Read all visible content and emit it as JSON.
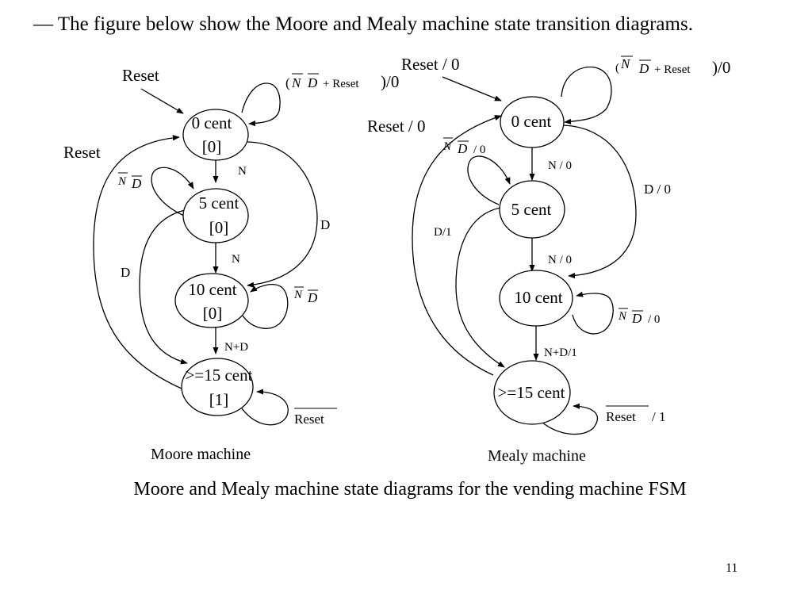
{
  "heading": "— The figure below show the Moore and Mealy machine state transition diagrams.",
  "caption": "Moore and Mealy machine state diagrams for the vending machine FSM",
  "page_number": "11",
  "moore": {
    "title": "Moore machine",
    "states": [
      {
        "name": "0 cent",
        "output": "[0]"
      },
      {
        "name": "5 cent",
        "output": "[0]"
      },
      {
        "name": "10 cent",
        "output": "[0]"
      },
      {
        "name": ">=15 cent",
        "output": "[1]"
      }
    ],
    "labels": {
      "reset_in": "Reset",
      "reset_back": "Reset",
      "n1": "N",
      "n2": "N",
      "nd": "N+D",
      "d1": "D",
      "d2": "D",
      "self0_open": "(",
      "self0_n": "N",
      "self0_d": "D",
      "self0_plus": "+ Reset",
      "self0_close": ")/0",
      "self5_n": "N",
      "self5_d": "D",
      "self10_n": "N",
      "self10_d": "D",
      "self15": "Reset"
    }
  },
  "mealy": {
    "title": "Mealy machine",
    "states": [
      {
        "name": "0 cent"
      },
      {
        "name": "5 cent"
      },
      {
        "name": "10 cent"
      },
      {
        "name": ">=15 cent"
      }
    ],
    "labels": {
      "reset_in": "Reset / 0",
      "reset_back": "Reset / 0",
      "n1": "N / 0",
      "n2": "N / 0",
      "nd": "N+D/1",
      "d1": "D / 0",
      "d2": "D/1",
      "self0_open": "(",
      "self0_n": "N",
      "self0_d": "D",
      "self0_plus": "+ Reset",
      "self0_close": ")/0",
      "self5_n": "N",
      "self5_d": "D",
      "self5_out": "/ 0",
      "self10_n": "N",
      "self10_d": "D",
      "self10_out": "/ 0",
      "self15": "Reset",
      "self15_out": "/ 1"
    }
  }
}
